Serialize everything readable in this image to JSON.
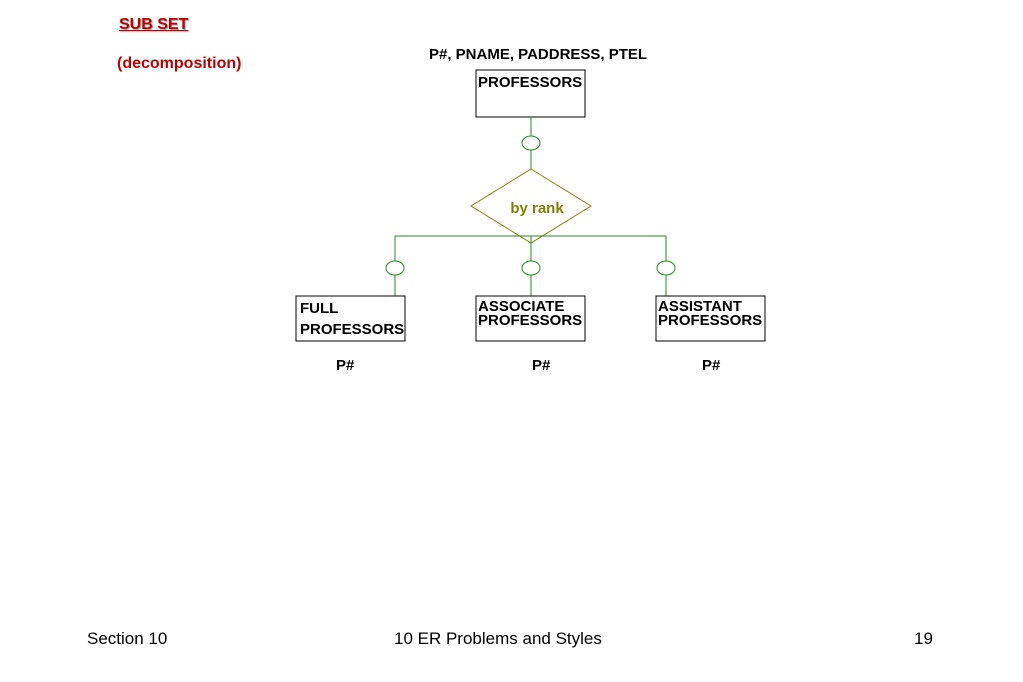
{
  "slide": {
    "title": "SUB SET",
    "subtitle": "(decomposition)",
    "title_color": "#c00000"
  },
  "diagram": {
    "superclass_attributes": "P#, PNAME, PADDRESS, PTEL",
    "superclass": "PROFESSORS",
    "specialization_label": "by rank",
    "line_color": "#228b22",
    "diamond_color": "#808000",
    "subclasses": [
      {
        "line1": "FULL",
        "line2": "PROFESSORS",
        "key": "P#"
      },
      {
        "line1": "ASSOCIATE",
        "line2": "PROFESSORS",
        "key": "P#"
      },
      {
        "line1": "ASSISTANT",
        "line2": "PROFESSORS",
        "key": "P#"
      }
    ]
  },
  "footer": {
    "section": "Section 10",
    "center": "10  ER Problems and Styles",
    "page_number": "19"
  }
}
